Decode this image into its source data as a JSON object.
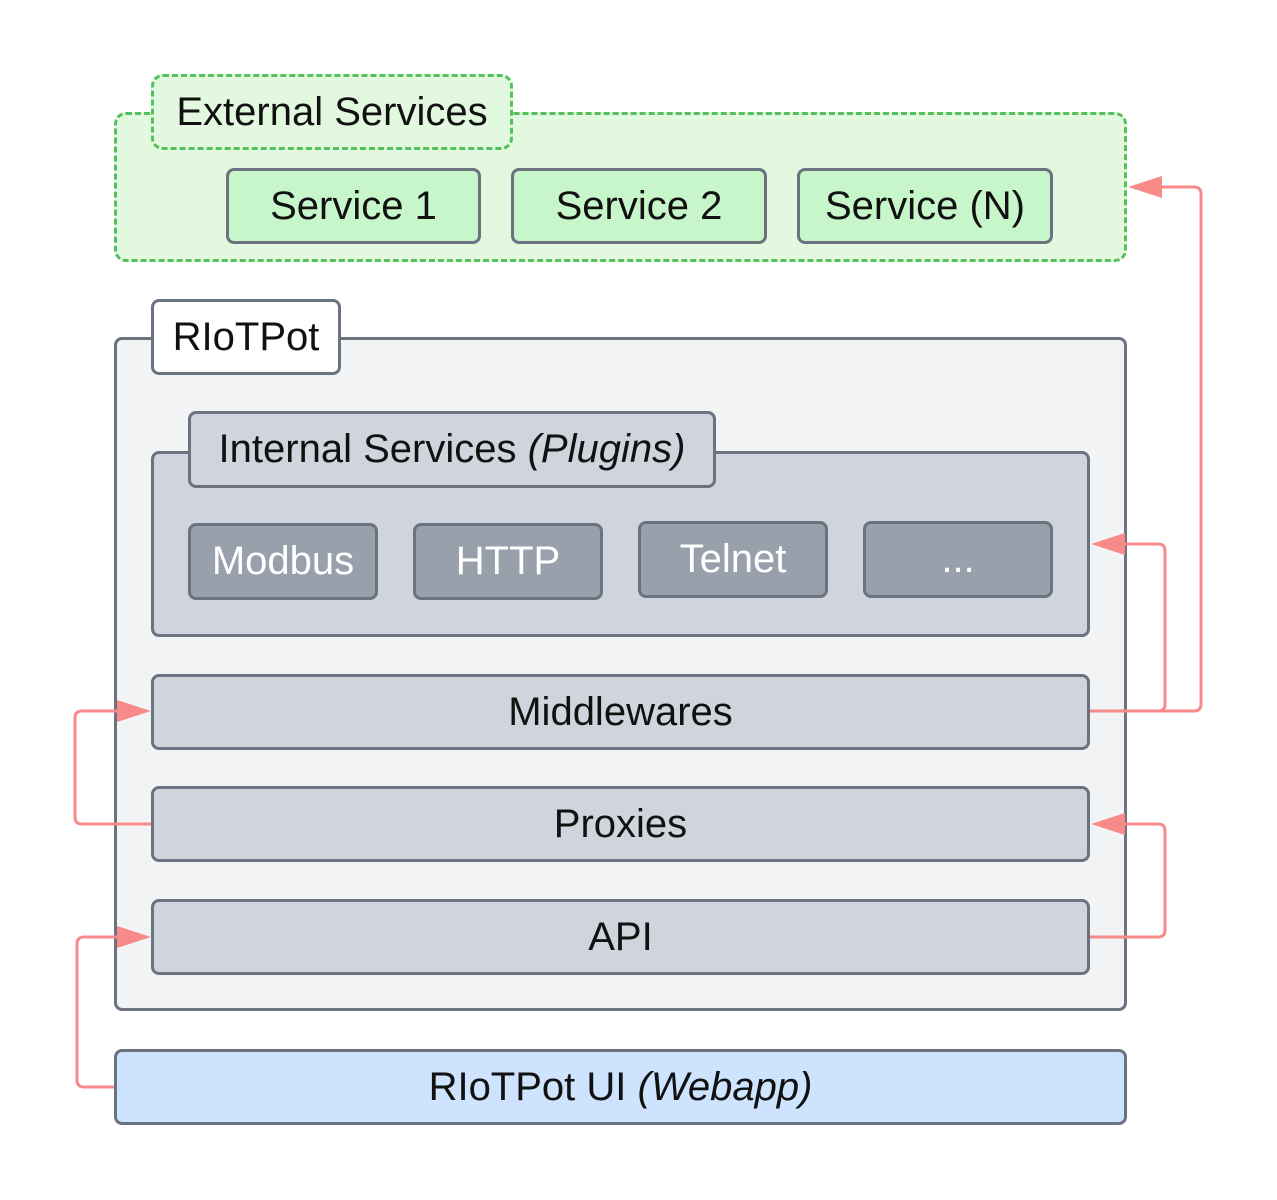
{
  "external": {
    "title": "External Services",
    "services": [
      "Service 1",
      "Service 2",
      "Service (N)"
    ]
  },
  "riotpot": {
    "title": "RIoTPot",
    "internal": {
      "title": "Internal Services",
      "title_italic": "(Plugins)",
      "plugins": [
        "Modbus",
        "HTTP",
        "Telnet",
        "..."
      ]
    },
    "layers": {
      "middlewares": "Middlewares",
      "proxies": "Proxies",
      "api": "API"
    }
  },
  "ui": {
    "title": "RIoTPot UI",
    "title_italic": "(Webapp)"
  },
  "colors": {
    "external_fill": "#e2f9e0",
    "external_border": "#56c05c",
    "service_fill": "#c6f6c9",
    "riotpot_fill": "#f2f3f5",
    "layer_fill": "#d0d5dd",
    "plugin_fill": "#98a0ac",
    "ui_fill": "#cde3fe",
    "arrow": "#f88a8a",
    "border": "#6b7280"
  }
}
